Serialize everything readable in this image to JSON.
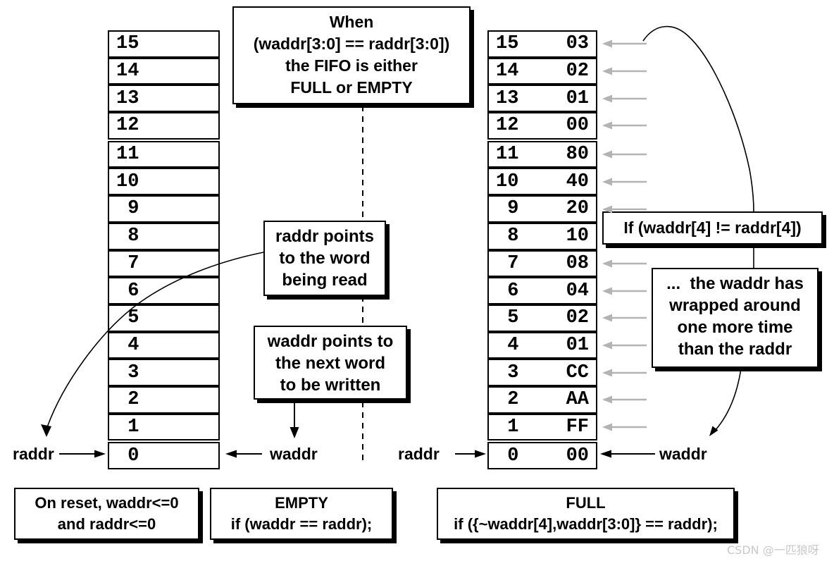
{
  "when_note": {
    "lines": [
      "When",
      "(waddr[3:0] == raddr[3:0])",
      "the FIFO is either",
      "FULL or EMPTY"
    ]
  },
  "left_stack": {
    "rows": [
      {
        "index": "15"
      },
      {
        "index": "14"
      },
      {
        "index": "13"
      },
      {
        "index": "12"
      },
      {
        "index": "11"
      },
      {
        "index": "10"
      },
      {
        "index": "9"
      },
      {
        "index": "8"
      },
      {
        "index": "7"
      },
      {
        "index": "6"
      },
      {
        "index": "5"
      },
      {
        "index": "4"
      },
      {
        "index": "3"
      },
      {
        "index": "2"
      },
      {
        "index": "1"
      },
      {
        "index": "0"
      }
    ]
  },
  "right_stack": {
    "rows": [
      {
        "index": "15",
        "value": "03"
      },
      {
        "index": "14",
        "value": "02"
      },
      {
        "index": "13",
        "value": "01"
      },
      {
        "index": "12",
        "value": "00"
      },
      {
        "index": "11",
        "value": "80"
      },
      {
        "index": "10",
        "value": "40"
      },
      {
        "index": "9",
        "value": "20"
      },
      {
        "index": "8",
        "value": "10"
      },
      {
        "index": "7",
        "value": "08"
      },
      {
        "index": "6",
        "value": "04"
      },
      {
        "index": "5",
        "value": "02"
      },
      {
        "index": "4",
        "value": "01"
      },
      {
        "index": "3",
        "value": "CC"
      },
      {
        "index": "2",
        "value": "AA"
      },
      {
        "index": "1",
        "value": "FF"
      },
      {
        "index": "0",
        "value": "00"
      }
    ]
  },
  "callouts": {
    "raddr": {
      "lines": [
        "raddr points",
        "to the word",
        "being read"
      ]
    },
    "waddr": {
      "lines": [
        "waddr points to",
        "the next word",
        "to be written"
      ]
    },
    "if_condition": "If (waddr[4] != raddr[4])",
    "wrapped": {
      "lines": [
        "...  the waddr has",
        "wrapped around",
        "one more time",
        "than the raddr"
      ]
    }
  },
  "pointer_labels": {
    "raddr": "raddr",
    "waddr": "waddr"
  },
  "notes": {
    "reset": {
      "lines": [
        "On reset, waddr<=0",
        "and raddr<=0"
      ]
    },
    "empty": {
      "lines": [
        "EMPTY",
        "if (waddr == raddr);"
      ]
    },
    "full": {
      "lines": [
        "FULL",
        "if ({~waddr[4],waddr[3:0]} == raddr);"
      ]
    }
  },
  "watermark": "CSDN @一匹狼呀",
  "colors": {
    "ink": "#000000",
    "gray_arrow": "#b3b3b3",
    "watermark": "#c8c8c8",
    "background": "#ffffff"
  }
}
